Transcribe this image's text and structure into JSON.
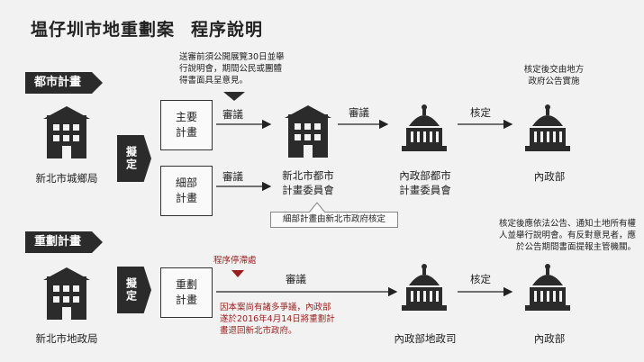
{
  "title": {
    "main": "塭仔圳市地重劃案",
    "sub": "程序說明"
  },
  "sections": {
    "urban": "都市計畫",
    "readjust": "重劃計畫"
  },
  "nodes": {
    "city_bureau": "新北市城鄉局",
    "land_bureau": "新北市地政局",
    "draft1": "擬定",
    "draft2": "擬定",
    "main_plan": "主要\n計畫",
    "detail_plan": "細部\n計畫",
    "readjust_plan": "重劃\n計畫",
    "city_committee": "新北市都市\n計畫委員會",
    "moi_committee": "內政部都市\n計畫委員會",
    "moi1": "內政部",
    "moi_land": "內政部地政司",
    "moi2": "內政部"
  },
  "edges": {
    "review1": "審議",
    "review2": "審議",
    "review3": "審議",
    "review4": "審議",
    "approve1": "核定",
    "approve2": "核定"
  },
  "notes": {
    "pre_review": "送審前須公開展覽30日並舉\n行說明會，期間公民或團體\n得書面具呈意見。",
    "after_approve": "核定後交由地方\n政府公告實施",
    "detail_approve": "細部計畫由新北市政府核定",
    "after_approve2": "核定後應依法公告、通知土地所有權\n人並舉行說明會。有反對意見者，應\n於公告期間書面提報主管機關。",
    "halt_label": "程序停滯處",
    "halt_desc": "因本案尚有諸多爭議，內政部\n遂於2016年4月14日將重劃計\n畫退回新北市政府。"
  },
  "colors": {
    "dark": "#2b2b2b",
    "red": "#9b1c1c",
    "bg": "#f2f2f2"
  }
}
